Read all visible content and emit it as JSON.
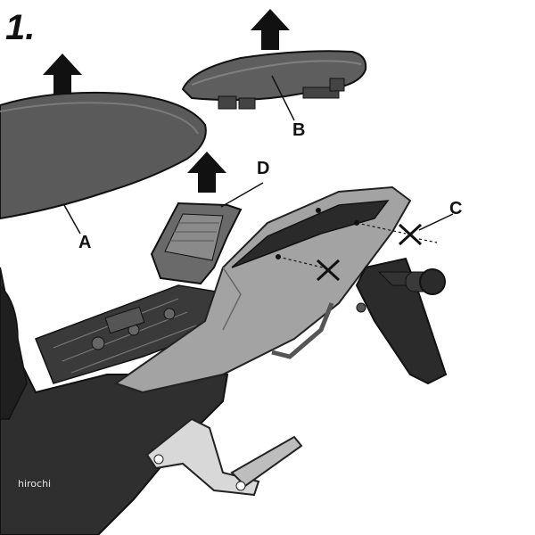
{
  "step_number": "1.",
  "labels": {
    "a": "A",
    "b": "B",
    "c": "C",
    "d": "D"
  },
  "watermark": "hirochi",
  "icons": {
    "arrows": "up-arrow-icon",
    "screws": "screw-removal-x-icon"
  },
  "colors": {
    "ink": "#111111",
    "seat": "#555555",
    "tail_cover": "#9a9a9a",
    "frame": "#2b2b2b"
  }
}
